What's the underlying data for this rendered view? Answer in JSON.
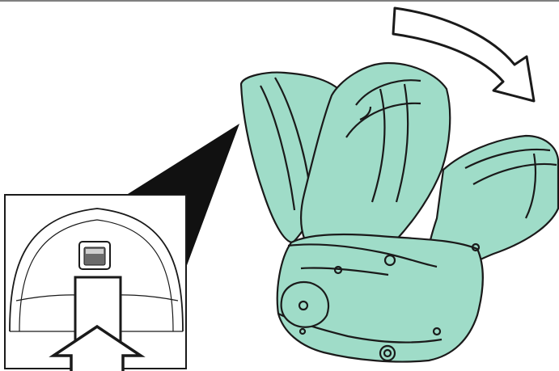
{
  "figure": {
    "colors": {
      "seat_fill": "#9fdcc8",
      "outline": "#1a1a1a",
      "callout": "#111111",
      "background": "#ffffff",
      "inset_fill": "#ffffff"
    },
    "icons": {
      "rotation_arrow": "curved-arrow-clockwise-icon",
      "push_arrow": "up-arrow-icon",
      "release_button": "release-button-icon"
    },
    "seat_positions": [
      "upright",
      "middle",
      "reclined"
    ]
  }
}
